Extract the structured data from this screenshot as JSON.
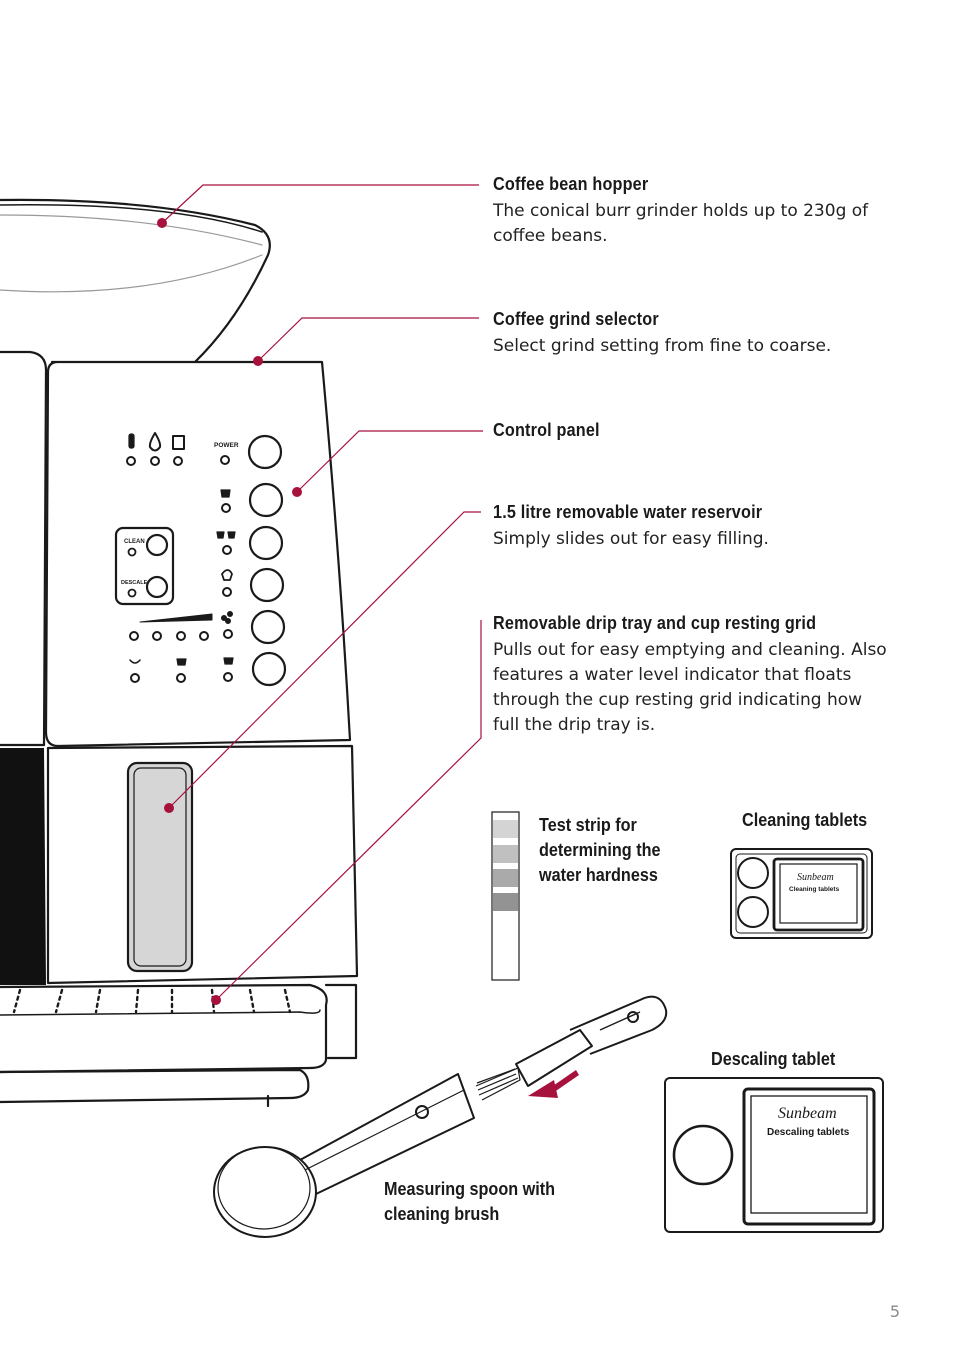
{
  "callouts": [
    {
      "title": "Coffee bean hopper",
      "desc": "The conical burr grinder holds up to 230g of coffee beans."
    },
    {
      "title": "Coffee grind selector",
      "desc": "Select grind setting from fine to coarse."
    },
    {
      "title": "Control panel",
      "desc": ""
    },
    {
      "title": "1.5 litre removable water reservoir",
      "desc": "Simply slides out for easy filling."
    },
    {
      "title": "Removable drip tray and cup resting grid",
      "desc": "Pulls out for easy emptying and cleaning. Also features a water level indicator that floats through the cup resting grid indicating how full the drip tray is."
    }
  ],
  "accessories": {
    "test_strip": "Test strip for determining the water hardness",
    "cleaning_tablets": "Cleaning tablets",
    "descaling_tablet": "Descaling tablet",
    "spoon": "Measuring spoon with cleaning brush"
  },
  "panel": {
    "power": "POWER",
    "clean": "CLEAN",
    "descale": "DESCALE"
  },
  "packs": {
    "brand": "Sunbeam",
    "cleaning": "Cleaning tablets",
    "descaling": "Descaling tablets"
  },
  "page_number": "5",
  "colors": {
    "accent": "#a6123c",
    "outline": "#1a1a1a"
  }
}
